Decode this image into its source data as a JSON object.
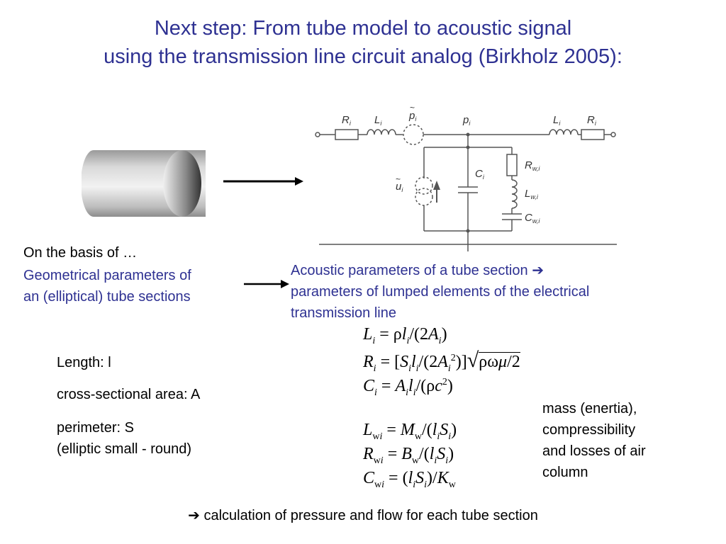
{
  "title": {
    "line1": "Next step: From tube model to acoustic signal",
    "line2": "using the transmission line circuit analog (Birkholz 2005):"
  },
  "left": {
    "intro": "On the basis of …",
    "geo_line1": "Geometrical parameters of",
    "geo_line2": "an (elliptical) tube sections"
  },
  "right": {
    "acoustic_line1": "Acoustic parameters of a tube section",
    "arrow": "➔",
    "acoustic_line2": "parameters of lumped elements of the electrical",
    "acoustic_line3": "transmission line"
  },
  "params": {
    "length": "Length: l",
    "area": "cross-sectional area: A",
    "perimeter": "perimeter: S",
    "perimeter_note": "(elliptic small - round)"
  },
  "note": {
    "line1": "mass (enertia),",
    "line2": "compressibility",
    "line3": "and losses of air",
    "line4": "column"
  },
  "conclusion": "➔ calculation of pressure and flow for each tube section",
  "circuit_labels": {
    "R_left": "R",
    "L_left": "L",
    "p_tilde": "p",
    "p_i": "p",
    "L_right": "L",
    "R_right": "R",
    "C_i": "C",
    "u_tilde": "u",
    "R_w": "R",
    "L_w": "L",
    "C_w": "C",
    "sub_i": "i",
    "sub_wi": "w,i"
  },
  "colors": {
    "title": "#2e3192",
    "text": "#000000",
    "circuit": "#555555"
  }
}
